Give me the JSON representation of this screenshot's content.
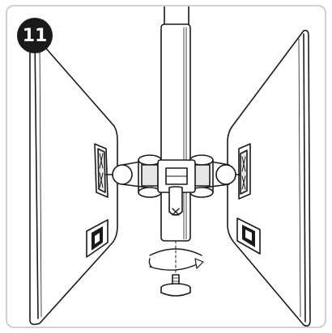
{
  "step": {
    "number": "11"
  },
  "illustration": {
    "left_monitor": "left-monitor",
    "right_monitor": "right-monitor",
    "pole": "mounting-pole",
    "arm": "dual-monitor-arm",
    "screw": "thumb-screw",
    "rotation_arrow": "tighten-rotation-arrow"
  },
  "colors": {
    "line": "#1a1a1a",
    "badge": "#1a1a1a",
    "frame": "#cfcfcf",
    "fill": "#ffffff",
    "shade": "#e6e6e6"
  }
}
